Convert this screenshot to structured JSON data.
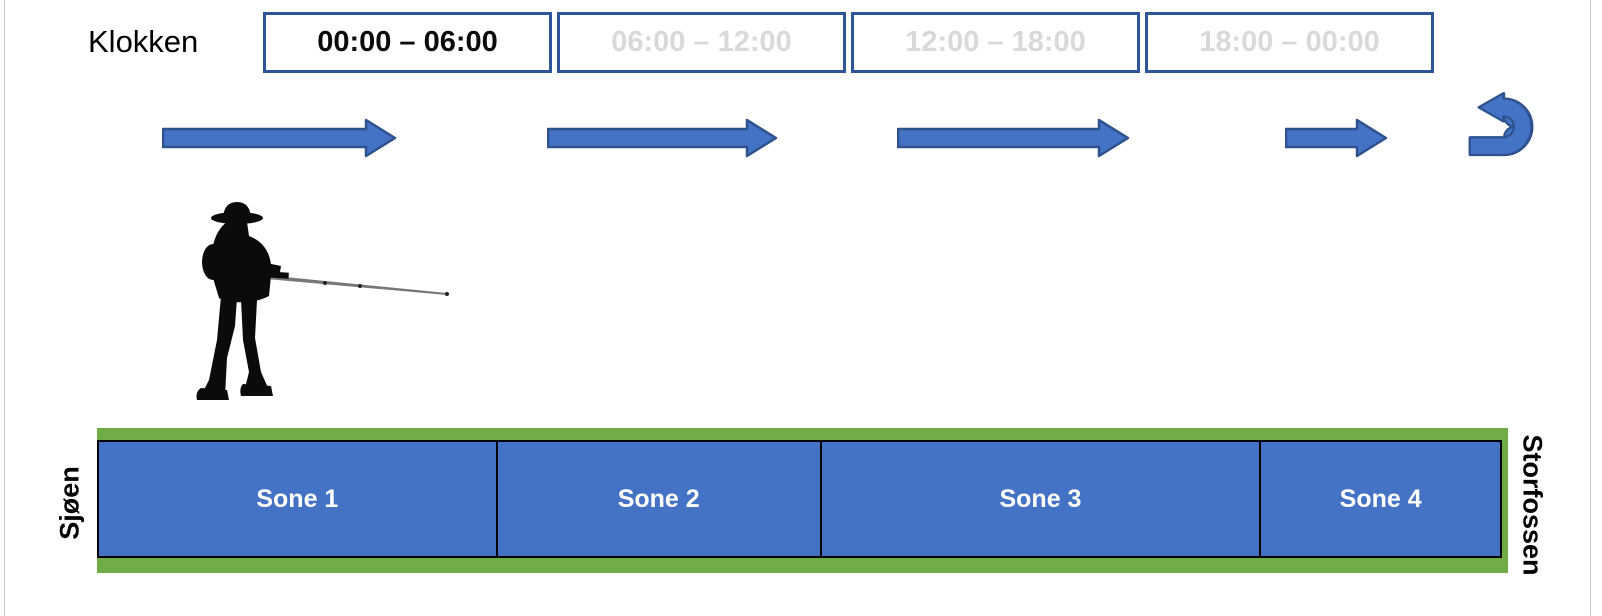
{
  "clock": {
    "label": "Klokken",
    "slots": [
      {
        "label": "00:00 – 06:00",
        "active": true
      },
      {
        "label": "06:00 – 12:00",
        "active": false
      },
      {
        "label": "12:00 – 18:00",
        "active": false
      },
      {
        "label": "18:00 – 00:00",
        "active": false
      }
    ]
  },
  "flow": {
    "forward_icon": "right-arrow",
    "repeat_icon": "u-turn-arrow"
  },
  "figure": {
    "icon": "fisherman-silhouette"
  },
  "river": {
    "zones": [
      "Sone 1",
      "Sone 2",
      "Sone 3",
      "Sone 4"
    ],
    "left_label": "Sjøen",
    "right_label": "Storfossen"
  },
  "colors": {
    "accent_blue": "#4472C4",
    "arrow_border": "#2F528F",
    "slot_border": "#2E5597",
    "inactive_text": "#D9D9D9",
    "bank_green": "#70AD47",
    "zone_border": "#000000"
  }
}
